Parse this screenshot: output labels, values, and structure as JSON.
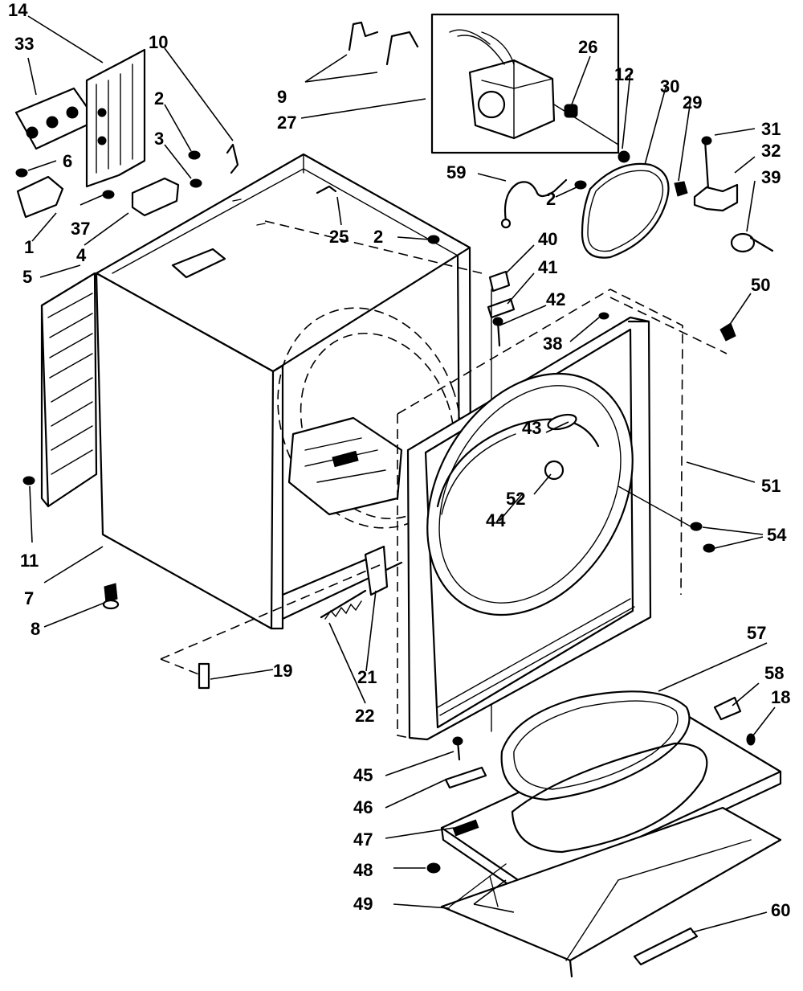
{
  "callouts": [
    {
      "id": "c14",
      "text": "14"
    },
    {
      "id": "c33",
      "text": "33"
    },
    {
      "id": "c10",
      "text": "10"
    },
    {
      "id": "c2a",
      "text": "2"
    },
    {
      "id": "c3",
      "text": "3"
    },
    {
      "id": "c6",
      "text": "6"
    },
    {
      "id": "c37",
      "text": "37"
    },
    {
      "id": "c1",
      "text": "1"
    },
    {
      "id": "c4",
      "text": "4"
    },
    {
      "id": "c5",
      "text": "5"
    },
    {
      "id": "c9",
      "text": "9"
    },
    {
      "id": "c27",
      "text": "27"
    },
    {
      "id": "c26",
      "text": "26"
    },
    {
      "id": "c12",
      "text": "12"
    },
    {
      "id": "c30",
      "text": "30"
    },
    {
      "id": "c29",
      "text": "29"
    },
    {
      "id": "c31",
      "text": "31"
    },
    {
      "id": "c32",
      "text": "32"
    },
    {
      "id": "c39",
      "text": "39"
    },
    {
      "id": "c59",
      "text": "59"
    },
    {
      "id": "c2b",
      "text": "2"
    },
    {
      "id": "c25",
      "text": "25"
    },
    {
      "id": "c2c",
      "text": "2"
    },
    {
      "id": "c40",
      "text": "40"
    },
    {
      "id": "c41",
      "text": "41"
    },
    {
      "id": "c42",
      "text": "42"
    },
    {
      "id": "c38",
      "text": "38"
    },
    {
      "id": "c50",
      "text": "50"
    },
    {
      "id": "c43",
      "text": "43"
    },
    {
      "id": "c52",
      "text": "52"
    },
    {
      "id": "c44",
      "text": "44"
    },
    {
      "id": "c51",
      "text": "51"
    },
    {
      "id": "c54",
      "text": "54"
    },
    {
      "id": "c11",
      "text": "11"
    },
    {
      "id": "c7",
      "text": "7"
    },
    {
      "id": "c8",
      "text": "8"
    },
    {
      "id": "c19",
      "text": "19"
    },
    {
      "id": "c21",
      "text": "21"
    },
    {
      "id": "c22",
      "text": "22"
    },
    {
      "id": "c57",
      "text": "57"
    },
    {
      "id": "c58",
      "text": "58"
    },
    {
      "id": "c18",
      "text": "18"
    },
    {
      "id": "c45",
      "text": "45"
    },
    {
      "id": "c46",
      "text": "46"
    },
    {
      "id": "c47",
      "text": "47"
    },
    {
      "id": "c48",
      "text": "48"
    },
    {
      "id": "c49",
      "text": "49"
    },
    {
      "id": "c60",
      "text": "60"
    }
  ]
}
